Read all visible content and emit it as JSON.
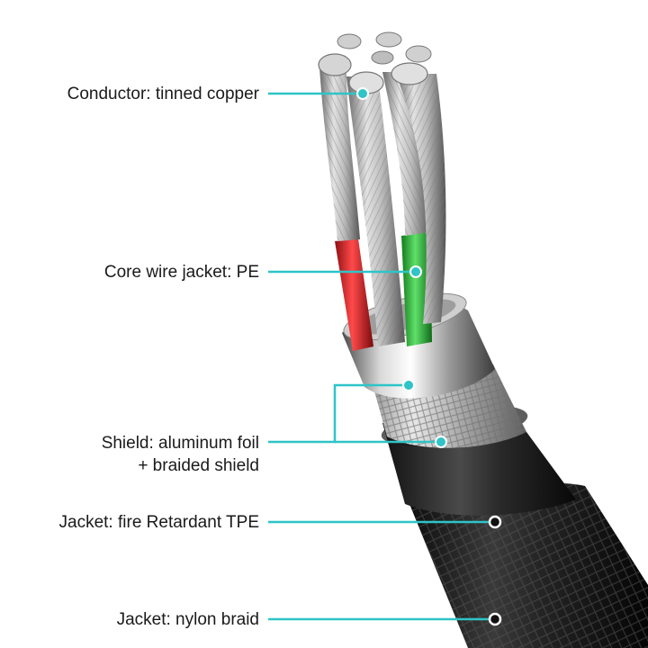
{
  "accent_color": "#2ec4c8",
  "labels": {
    "conductor": "Conductor: tinned copper",
    "core_jacket": "Core wire jacket: PE",
    "shield_line1": "Shield: aluminum foil",
    "shield_line2": "+ braided shield",
    "jacket_tpe": "Jacket: fire Retardant TPE",
    "jacket_nylon": "Jacket: nylon braid"
  },
  "wire_colors": {
    "red": "#e0262b",
    "green": "#2ebd3a"
  }
}
